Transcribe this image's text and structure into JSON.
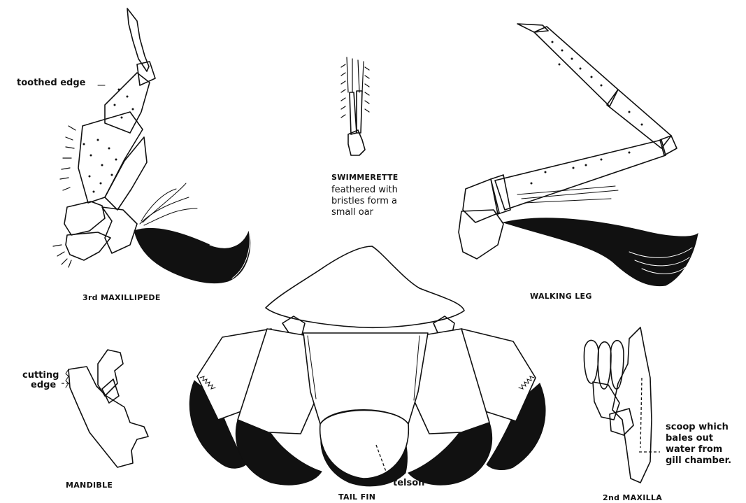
{
  "labels": {
    "maxillipede": {
      "caption": "3rd MAXILLIPEDE",
      "annotation": "toothed edge"
    },
    "swimmerette": {
      "caption": "SWIMMERETTE",
      "annotation_lines": [
        "feathered with",
        "bristles  form a",
        "small oar"
      ]
    },
    "walking_leg": {
      "caption": "WALKING LEG"
    },
    "mandible": {
      "caption": "MANDIBLE",
      "annotation_lines": [
        "cutting",
        "edge"
      ]
    },
    "tail_fin": {
      "caption": "TAIL FIN",
      "annotation": "telson"
    },
    "maxilla": {
      "caption": "2nd MAXILLA",
      "annotation_lines": [
        "scoop which",
        "bales out",
        "water from",
        "gill chamber."
      ]
    }
  },
  "ink_color": "#111111",
  "paper_color": "#ffffff"
}
